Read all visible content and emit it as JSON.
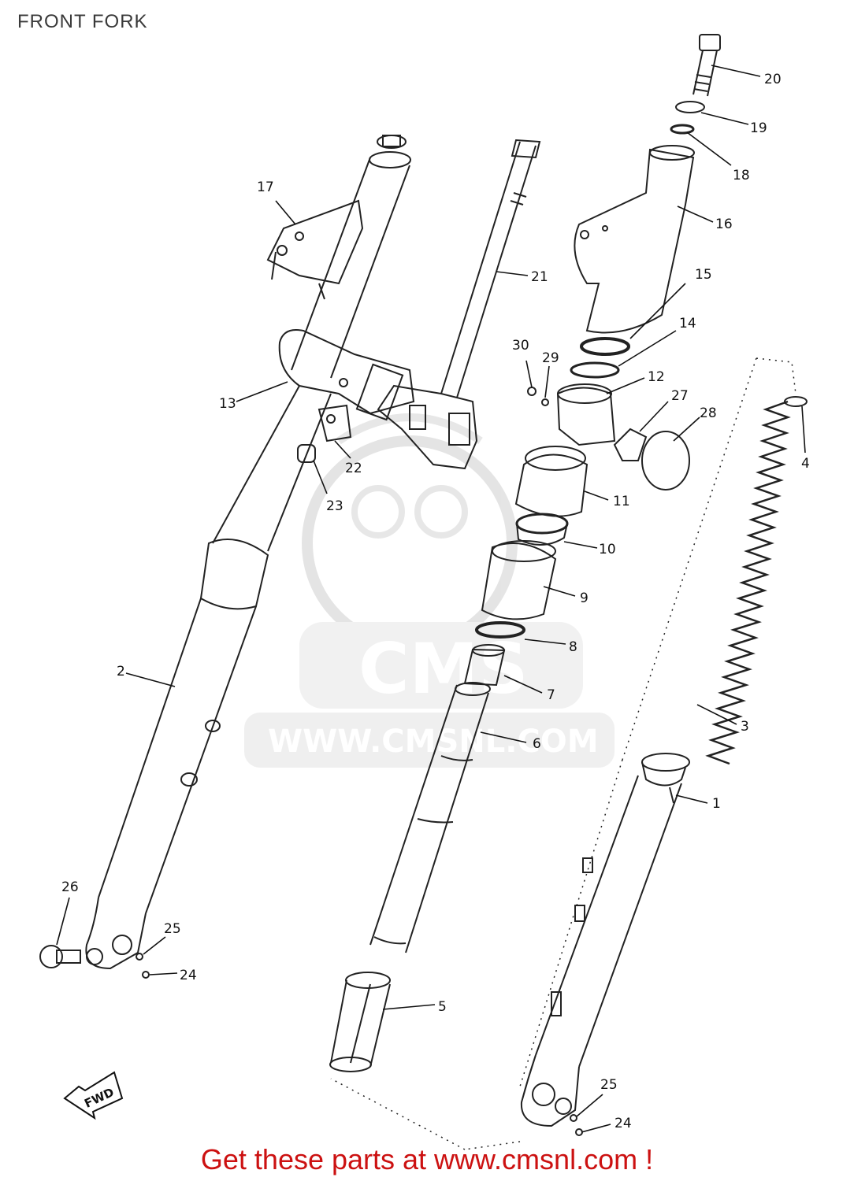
{
  "title": "FRONT FORK",
  "watermark": {
    "brand": "CMS",
    "url": "WWW.CMSNL.COM"
  },
  "direction_marker": "FWD",
  "footer": "Get these parts at www.cmsnl.com !",
  "callouts": [
    {
      "id": "1",
      "label": "1"
    },
    {
      "id": "2",
      "label": "2"
    },
    {
      "id": "3",
      "label": "3"
    },
    {
      "id": "4",
      "label": "4"
    },
    {
      "id": "5",
      "label": "5"
    },
    {
      "id": "6",
      "label": "6"
    },
    {
      "id": "7",
      "label": "7"
    },
    {
      "id": "8",
      "label": "8"
    },
    {
      "id": "9",
      "label": "9"
    },
    {
      "id": "10",
      "label": "10"
    },
    {
      "id": "11",
      "label": "11"
    },
    {
      "id": "12",
      "label": "12"
    },
    {
      "id": "13",
      "label": "13"
    },
    {
      "id": "14",
      "label": "14"
    },
    {
      "id": "15",
      "label": "15"
    },
    {
      "id": "16",
      "label": "16"
    },
    {
      "id": "17",
      "label": "17"
    },
    {
      "id": "18",
      "label": "18"
    },
    {
      "id": "19",
      "label": "19"
    },
    {
      "id": "20",
      "label": "20"
    },
    {
      "id": "21",
      "label": "21"
    },
    {
      "id": "22",
      "label": "22"
    },
    {
      "id": "23",
      "label": "23"
    },
    {
      "id": "24a",
      "label": "24"
    },
    {
      "id": "25a",
      "label": "25"
    },
    {
      "id": "26",
      "label": "26"
    },
    {
      "id": "27",
      "label": "27"
    },
    {
      "id": "28",
      "label": "28"
    },
    {
      "id": "29",
      "label": "29"
    },
    {
      "id": "30",
      "label": "30"
    },
    {
      "id": "24b",
      "label": "24"
    },
    {
      "id": "25b",
      "label": "25"
    }
  ]
}
